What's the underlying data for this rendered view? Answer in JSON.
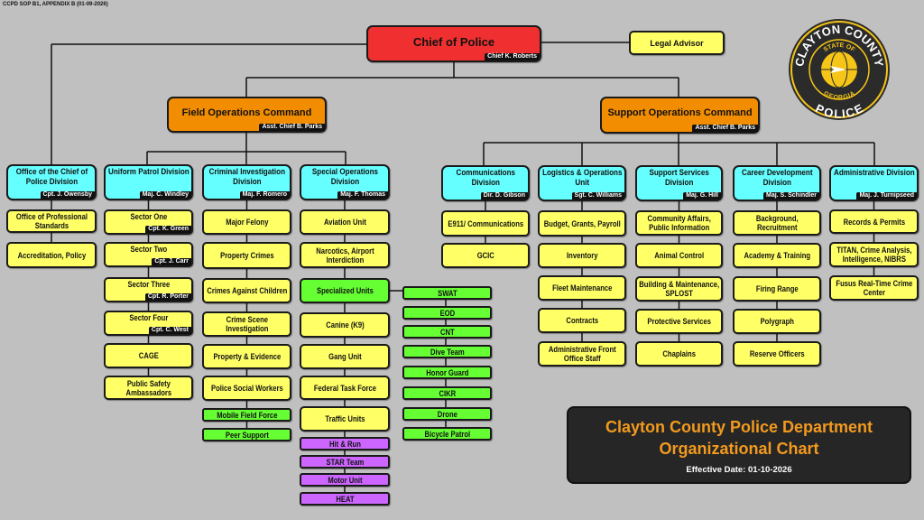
{
  "doc_ref": "CCPD SOP B1, APPENDIX B (01-09-2026)",
  "colors": {
    "chief": "#f03030",
    "command": "#f28c00",
    "division": "#66ffff",
    "unit": "#ffff66",
    "specialized": "#66ff33",
    "traffic": "#cc66ff",
    "background": "#c0c0c0",
    "title_box": "#262626",
    "title_text": "#f39a1e"
  },
  "chief": {
    "title": "Chief of Police",
    "leader": "Chief K. Roberts"
  },
  "legal_advisor": "Legal Advisor",
  "commands": [
    {
      "title": "Field Operations Command",
      "leader": "Asst. Chief B. Parks"
    },
    {
      "title": "Support Operations Command",
      "leader": "Asst. Chief B. Parks"
    }
  ],
  "columns": [
    {
      "title": "Office of the Chief of Police Division",
      "leader": "Cpt. J. Owensby",
      "items": [
        {
          "label": "Office of Professional Standards"
        },
        {
          "label": "Accreditation, Policy"
        }
      ]
    },
    {
      "title": "Uniform Patrol Division",
      "leader": "Maj. C. Windley",
      "items": [
        {
          "label": "Sector One",
          "sub": "Cpt. K. Green"
        },
        {
          "label": "Sector Two",
          "sub": "Cpt. J. Carr"
        },
        {
          "label": "Sector Three",
          "sub": "Cpt. R. Porter"
        },
        {
          "label": "Sector Four",
          "sub": "Cpt. C. West"
        },
        {
          "label": "CAGE"
        },
        {
          "label": "Public Safety Ambassadors"
        }
      ]
    },
    {
      "title": "Criminal Investigation Division",
      "leader": "Maj. F. Romero",
      "items": [
        {
          "label": "Major Felony"
        },
        {
          "label": "Property Crimes"
        },
        {
          "label": "Crimes Against Children"
        },
        {
          "label": "Crime Scene Investigation"
        },
        {
          "label": "Property & Evidence"
        },
        {
          "label": "Police Social Workers"
        },
        {
          "label": "Mobile Field Force",
          "color": "specialized"
        },
        {
          "label": "Peer Support",
          "color": "specialized"
        }
      ]
    },
    {
      "title": "Special Operations Division",
      "leader": "Maj. F. Thomas",
      "items": [
        {
          "label": "Aviation Unit"
        },
        {
          "label": "Narcotics, Airport Interdiction"
        },
        {
          "label": "Specialized Units",
          "color": "specialized"
        },
        {
          "label": "Canine (K9)"
        },
        {
          "label": "Gang Unit"
        },
        {
          "label": "Federal Task Force"
        },
        {
          "label": "Traffic Units"
        },
        {
          "label": "Hit & Run",
          "color": "traffic"
        },
        {
          "label": "STAR Team",
          "color": "traffic"
        },
        {
          "label": "Motor Unit",
          "color": "traffic"
        },
        {
          "label": "HEAT",
          "color": "traffic"
        }
      ]
    },
    {
      "title": "Communications Division",
      "leader": "Dir. D. Gibson",
      "items": [
        {
          "label": "E911/ Communications"
        },
        {
          "label": "GCIC"
        }
      ]
    },
    {
      "title": "Logistics & Operations Unit",
      "leader": "Sgt. C. Williams",
      "items": [
        {
          "label": "Budget, Grants, Payroll"
        },
        {
          "label": "Inventory"
        },
        {
          "label": "Fleet Maintenance"
        },
        {
          "label": "Contracts"
        },
        {
          "label": "Administrative Front Office Staff"
        }
      ]
    },
    {
      "title": "Support Services Division",
      "leader": "Maj. G. Hill",
      "items": [
        {
          "label": "Community Affairs, Public Information"
        },
        {
          "label": "Animal Control"
        },
        {
          "label": "Building & Maintenance, SPLOST"
        },
        {
          "label": "Protective Services"
        },
        {
          "label": "Chaplains"
        }
      ]
    },
    {
      "title": "Career Development Division",
      "leader": "Maj. S. Schindler",
      "items": [
        {
          "label": "Background, Recruitment"
        },
        {
          "label": "Academy & Training"
        },
        {
          "label": "Firing Range"
        },
        {
          "label": "Polygraph"
        },
        {
          "label": "Reserve Officers"
        }
      ]
    },
    {
      "title": "Administrative Division",
      "leader": "Maj. J. Turnipseed",
      "items": [
        {
          "label": "Records & Permits"
        },
        {
          "label": "TITAN, Crime Analysis, Intelligence, NIBRS"
        },
        {
          "label": "Fusus Real-Time Crime Center"
        }
      ]
    }
  ],
  "specialized_units": [
    "SWAT",
    "EOD",
    "CNT",
    "Dive Team",
    "Honor Guard",
    "CIKR",
    "Drone",
    "Bicycle Patrol"
  ],
  "title_box": {
    "line1": "Clayton County Police Department",
    "line2": "Organizational Chart",
    "effective": "Effective Date: 01-10-2026"
  },
  "logo": {
    "top": "CLAYTON COUNTY",
    "inner_top": "STATE OF",
    "inner_bottom": "GEORGIA",
    "bottom": "POLICE"
  }
}
